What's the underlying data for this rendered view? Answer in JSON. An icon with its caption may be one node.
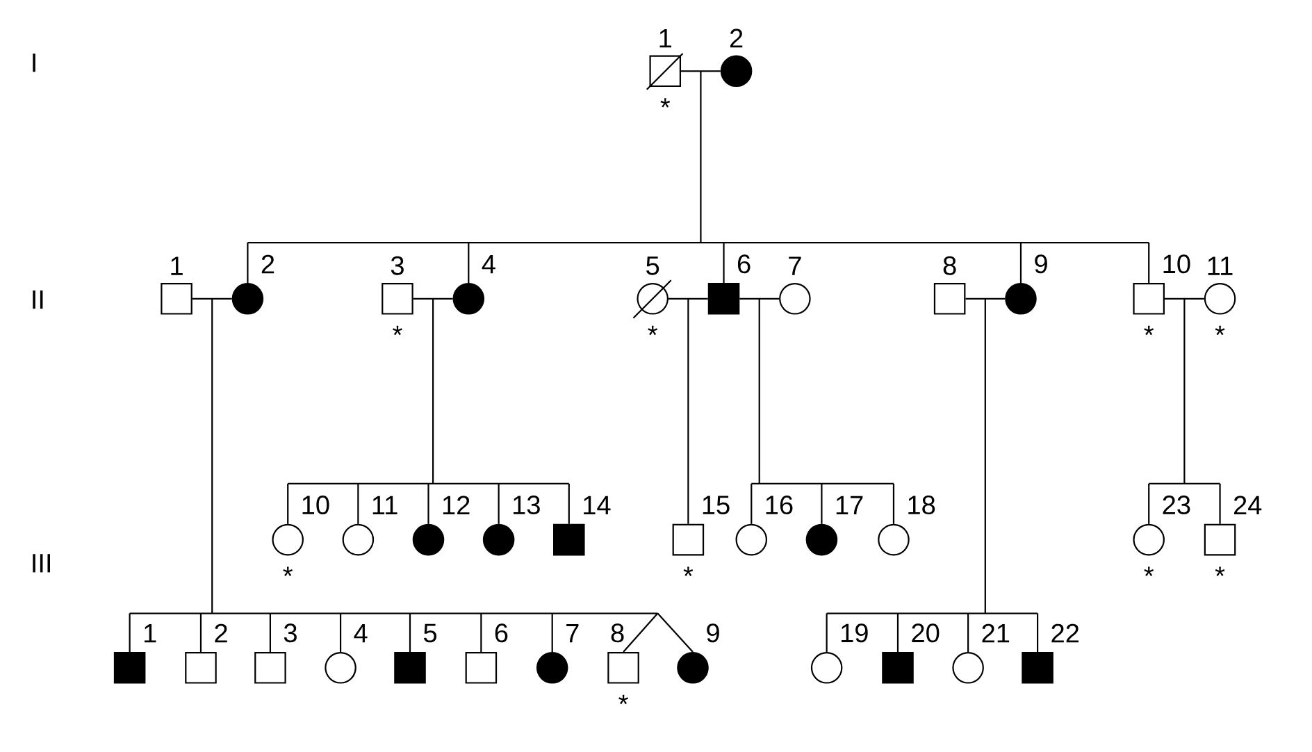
{
  "diagram": {
    "nodes": [
      {
        "text": [
          "1"
        ],
        "beside": [
          "*"
        ]
      },
      {
        "text": [
          "2"
        ]
      },
      {
        "text": [
          "1"
        ]
      },
      {
        "text": [
          "2"
        ]
      },
      {
        "text": [
          "3"
        ],
        "beside": [
          "*"
        ]
      },
      {
        "text": [
          "4"
        ]
      },
      {
        "text": [
          "5"
        ],
        "beside": [
          "*"
        ]
      },
      {
        "text": [
          "6"
        ]
      },
      {
        "text": [
          "7"
        ]
      },
      {
        "text": [
          "8"
        ]
      },
      {
        "text": [
          "9"
        ]
      },
      {
        "text": [
          "10"
        ],
        "beside": [
          "*"
        ]
      },
      {
        "text": [
          "11"
        ],
        "beside": [
          "*"
        ]
      },
      {
        "text": [
          "10"
        ],
        "beside": [
          "*"
        ]
      },
      {
        "text": [
          "11"
        ]
      },
      {
        "text": [
          "12"
        ]
      },
      {
        "text": [
          "13"
        ]
      },
      {
        "text": [
          "14"
        ]
      },
      {
        "text": [
          "15"
        ],
        "beside": [
          "*"
        ]
      },
      {
        "text": [
          "16"
        ]
      },
      {
        "text": [
          "17"
        ]
      },
      {
        "text": [
          "18"
        ]
      },
      {
        "text": [
          "23"
        ],
        "beside": [
          "*"
        ]
      },
      {
        "text": [
          "24"
        ],
        "beside": [
          "*"
        ]
      },
      {
        "text": [
          "1"
        ]
      },
      {
        "text": [
          "2"
        ]
      },
      {
        "text": [
          "3"
        ]
      },
      {
        "text": [
          "4"
        ]
      },
      {
        "text": [
          "5"
        ]
      },
      {
        "text": [
          "6"
        ]
      },
      {
        "text": [
          "7"
        ]
      },
      {
        "text": [
          "8"
        ],
        "beside": [
          "*"
        ]
      },
      {
        "text": [
          "9"
        ]
      },
      {
        "text": [
          "19"
        ]
      },
      {
        "text": [
          "20"
        ]
      },
      {
        "text": [
          "21"
        ]
      },
      {
        "text": [
          "22"
        ]
      }
    ],
    "edges": [
      {
        "from": 0,
        "to": 1,
        "arrow": "none"
      },
      {
        "from": 2,
        "to": 3,
        "arrow": "none"
      },
      {
        "from": 4,
        "to": 5,
        "arrow": "none"
      },
      {
        "from": 6,
        "to": 7,
        "arrow": "none"
      },
      {
        "from": 7,
        "to": 8,
        "arrow": "none"
      },
      {
        "from": 9,
        "to": 10,
        "arrow": "none"
      },
      {
        "from": 11,
        "to": 12,
        "arrow": "none"
      },
      {
        "from": 0,
        "to": 3,
        "arrow": "none"
      },
      {
        "from": 1,
        "to": 3,
        "arrow": "none"
      },
      {
        "from": 0,
        "to": 5,
        "arrow": "none"
      },
      {
        "from": 1,
        "to": 5,
        "arrow": "none"
      },
      {
        "from": 0,
        "to": 7,
        "arrow": "none"
      },
      {
        "from": 1,
        "to": 7,
        "arrow": "none"
      },
      {
        "from": 0,
        "to": 10,
        "arrow": "none"
      },
      {
        "from": 1,
        "to": 10,
        "arrow": "none"
      },
      {
        "from": 0,
        "to": 11,
        "arrow": "none"
      },
      {
        "from": 1,
        "to": 11,
        "arrow": "none"
      },
      {
        "from": 4,
        "to": 13,
        "arrow": "none"
      },
      {
        "from": 5,
        "to": 13,
        "arrow": "none"
      },
      {
        "from": 4,
        "to": 14,
        "arrow": "none"
      },
      {
        "from": 5,
        "to": 14,
        "arrow": "none"
      },
      {
        "from": 4,
        "to": 15,
        "arrow": "none"
      },
      {
        "from": 5,
        "to": 15,
        "arrow": "none"
      },
      {
        "from": 4,
        "to": 16,
        "arrow": "none"
      },
      {
        "from": 5,
        "to": 16,
        "arrow": "none"
      },
      {
        "from": 4,
        "to": 17,
        "arrow": "none"
      },
      {
        "from": 5,
        "to": 17,
        "arrow": "none"
      },
      {
        "from": 6,
        "to": 18,
        "arrow": "none"
      },
      {
        "from": 7,
        "to": 18,
        "arrow": "none"
      },
      {
        "from": 7,
        "to": 19,
        "arrow": "none"
      },
      {
        "from": 8,
        "to": 19,
        "arrow": "none"
      },
      {
        "from": 7,
        "to": 20,
        "arrow": "none"
      },
      {
        "from": 8,
        "to": 20,
        "arrow": "none"
      },
      {
        "from": 7,
        "to": 21,
        "arrow": "none"
      },
      {
        "from": 8,
        "to": 21,
        "arrow": "none"
      },
      {
        "from": 11,
        "to": 22,
        "arrow": "none"
      },
      {
        "from": 12,
        "to": 22,
        "arrow": "none"
      },
      {
        "from": 11,
        "to": 23,
        "arrow": "none"
      },
      {
        "from": 12,
        "to": 23,
        "arrow": "none"
      },
      {
        "from": 2,
        "to": 24,
        "arrow": "none"
      },
      {
        "from": 3,
        "to": 24,
        "arrow": "none"
      },
      {
        "from": 2,
        "to": 25,
        "arrow": "none"
      },
      {
        "from": 3,
        "to": 25,
        "arrow": "none"
      },
      {
        "from": 2,
        "to": 26,
        "arrow": "none"
      },
      {
        "from": 3,
        "to": 26,
        "arrow": "none"
      },
      {
        "from": 2,
        "to": 27,
        "arrow": "none"
      },
      {
        "from": 3,
        "to": 27,
        "arrow": "none"
      },
      {
        "from": 2,
        "to": 28,
        "arrow": "none"
      },
      {
        "from": 3,
        "to": 28,
        "arrow": "none"
      },
      {
        "from": 2,
        "to": 29,
        "arrow": "none"
      },
      {
        "from": 3,
        "to": 29,
        "arrow": "none"
      },
      {
        "from": 2,
        "to": 30,
        "arrow": "none"
      },
      {
        "from": 3,
        "to": 30,
        "arrow": "none"
      },
      {
        "from": 2,
        "to": 31,
        "arrow": "none"
      },
      {
        "from": 3,
        "to": 31,
        "arrow": "none"
      },
      {
        "from": 2,
        "to": 32,
        "arrow": "none"
      },
      {
        "from": 3,
        "to": 32,
        "arrow": "none"
      },
      {
        "from": 9,
        "to": 33,
        "arrow": "none"
      },
      {
        "from": 10,
        "to": 33,
        "arrow": "none"
      },
      {
        "from": 9,
        "to": 34,
        "arrow": "none"
      },
      {
        "from": 10,
        "to": 34,
        "arrow": "none"
      },
      {
        "from": 9,
        "to": 35,
        "arrow": "none"
      },
      {
        "from": 10,
        "to": 35,
        "arrow": "none"
      },
      {
        "from": 9,
        "to": 36,
        "arrow": "none"
      },
      {
        "from": 10,
        "to": 36,
        "arrow": "none"
      }
    ],
    "labels": [
      "I",
      "II",
      "III"
    ]
  }
}
